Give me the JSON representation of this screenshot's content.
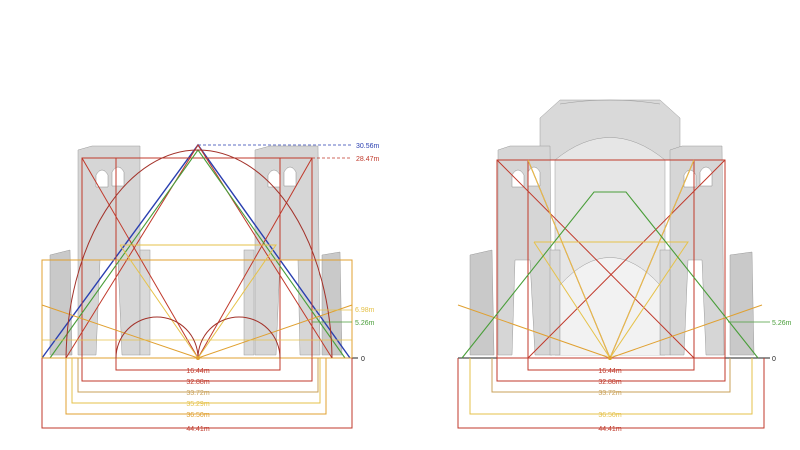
{
  "colors": {
    "red": "#c0392b",
    "dark_red": "#a3322a",
    "orange": "#e0a030",
    "yellow": "#e6c24a",
    "tan": "#c9a15a",
    "green": "#4a9e3a",
    "blue": "#2a3fb0",
    "black": "#222222",
    "stone": "#bdbdbd"
  },
  "left": {
    "heights": {
      "h1": "30.56m",
      "h2": "28.47m",
      "h3": "6.98m",
      "h4": "5.26m"
    },
    "zero": "0",
    "widths": [
      "16.44m",
      "32.88m",
      "33.72m",
      "35.29m",
      "36.50m",
      "44.41m"
    ]
  },
  "right": {
    "heights": {
      "h4": "5.26m"
    },
    "zero": "0",
    "widths": [
      "16.44m",
      "32.88m",
      "33.72m",
      "36.50m",
      "44.41m"
    ]
  }
}
